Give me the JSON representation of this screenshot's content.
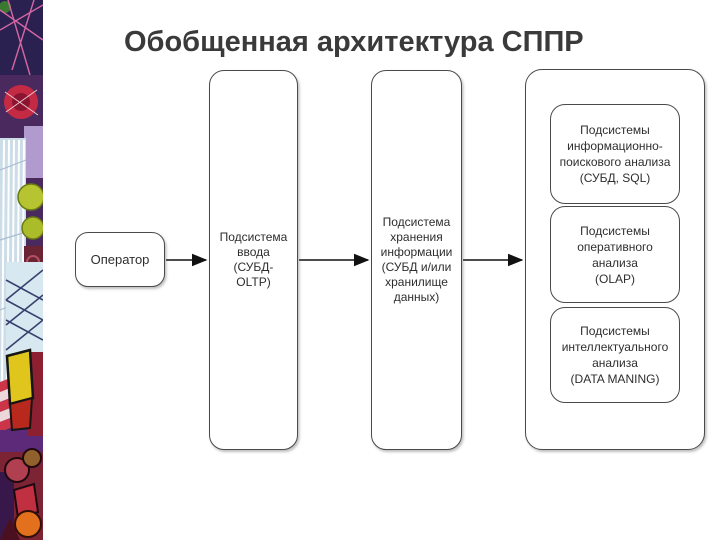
{
  "slide": {
    "title": "Обобщенная архитектура СППР"
  },
  "diagram": {
    "operator_box": "Оператор",
    "input_box": "Подсистема\nввода\n(СУБД-\nOLTP)",
    "storage_box": "Подсистема\nхранения\nинформации\n(СУБД и/или\nхранилище\nданных)",
    "analysis_boxes": {
      "search": "Подсистемы\nинформационно-\nпоискового анализа\n(СУБД, SQL)",
      "olap": "Подсистемы\nоперативного\nанализа\n(OLAP)",
      "mining": "Подсистемы\nинтеллектуального\nанализа\n(DATA MANING)"
    },
    "connections": [
      {
        "from": "Оператор",
        "to": "Подсистема ввода (СУБД-OLTP)"
      },
      {
        "from": "Подсистема ввода (СУБД-OLTP)",
        "to": "Подсистема хранения информации (СУБД и/или хранилище данных)"
      },
      {
        "from": "Подсистема хранения информации (СУБД и/или хранилище данных)",
        "to": "Подсистемы анализа"
      }
    ],
    "line_color": "#111111",
    "title_color": "#3a3a3a"
  }
}
